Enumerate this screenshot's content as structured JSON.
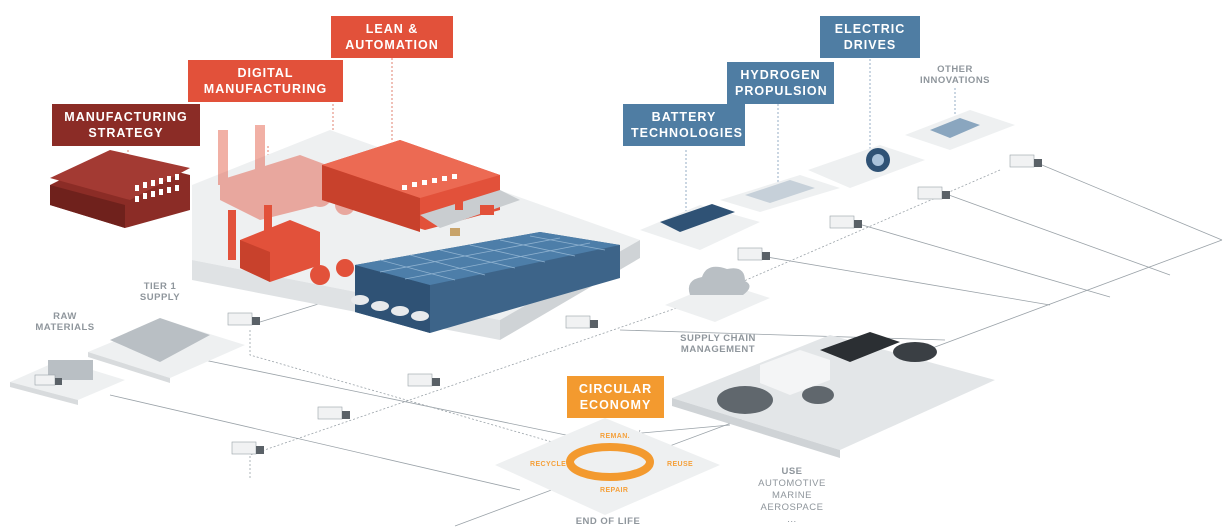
{
  "tags": {
    "manufacturing_strategy": [
      "MANUFACTURING",
      "STRATEGY"
    ],
    "digital_manufacturing": [
      "DIGITAL",
      "MANUFACTURING"
    ],
    "lean_automation": [
      "LEAN &",
      "AUTOMATION"
    ],
    "battery": [
      "BATTERY",
      "TECHNOLOGIES"
    ],
    "hydrogen": [
      "HYDROGEN",
      "PROPULSION"
    ],
    "electric": [
      "ELECTRIC",
      "DRIVES"
    ],
    "circular": [
      "CIRCULAR",
      "ECONOMY"
    ]
  },
  "labels": {
    "other_innovations": [
      "OTHER",
      "INNOVATIONS"
    ],
    "tier1": [
      "TIER 1",
      "SUPPLY"
    ],
    "raw_materials": [
      "RAW",
      "MATERIALS"
    ],
    "supply_chain": [
      "SUPPLY CHAIN",
      "MANAGEMENT"
    ],
    "end_of_life": "END OF LIFE"
  },
  "ring": {
    "reman": "REMAN.",
    "recycle": "RECYCLE",
    "reuse": "REUSE",
    "repair": "REPAIR"
  },
  "use": {
    "title": "USE",
    "lines": [
      "AUTOMOTIVE",
      "MARINE",
      "AEROSPACE",
      "..."
    ]
  },
  "colors": {
    "dark_red": "#8b2c26",
    "orange_red": "#e2513a",
    "steel_blue": "#4f7da3",
    "orange": "#f39a2f",
    "platform": "#eceeef",
    "line": "#9aa2a8"
  }
}
